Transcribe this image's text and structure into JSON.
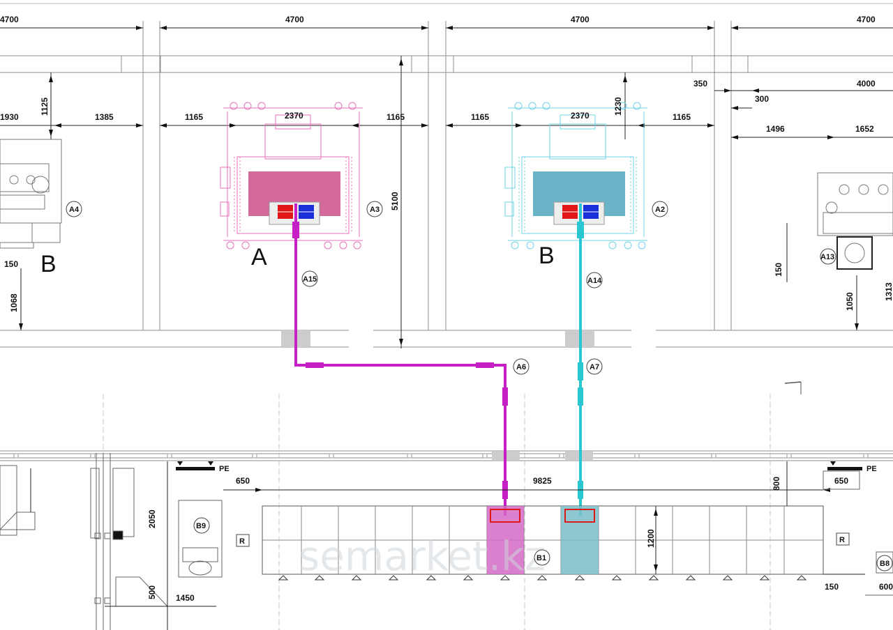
{
  "dimensions": {
    "top_left": "4700",
    "top_mid": "4700",
    "top_right": "4700",
    "d1930": "1930",
    "d1125": "1125",
    "d1385": "1385",
    "a_left_1165": "1165",
    "a_width_2370": "2370",
    "a_right_1165": "1165",
    "b_left_1165": "1165",
    "b_width_2370": "2370",
    "b_right_1165": "1165",
    "d1230": "1230",
    "d350": "350",
    "d300": "300",
    "d4000": "4000",
    "d1496": "1496",
    "d1652": "1652",
    "d5100": "5100",
    "d150_left": "150",
    "d1068": "1068",
    "d150_right": "150",
    "d1050": "1050",
    "d1313": "1313",
    "d650_left": "650",
    "d9825": "9825",
    "d800": "800",
    "d650_right": "650",
    "d2050": "2050",
    "d1200": "1200",
    "d500": "500",
    "d1450": "1450",
    "d150_bottom": "150",
    "d600": "600"
  },
  "labels": {
    "transformer_a": "A",
    "transformer_b": "B",
    "left_b": "B",
    "pe_left": "PE",
    "pe_right": "PE",
    "r_left": "R",
    "r_right": "R",
    "watermark": "semarket.kz"
  },
  "tags": {
    "a2": "A2",
    "a3": "A3",
    "a4": "A4",
    "a6": "A6",
    "a7": "A7",
    "a13": "A13",
    "a14": "A14",
    "a15": "A15",
    "b1": "B1",
    "b8": "B8",
    "b9": "B9"
  },
  "colors": {
    "magenta_line": "#c51fc5",
    "cyan_line": "#2ac6d2",
    "transformer_a_fill": "#d46a9c",
    "transformer_b_fill": "#6ab4c8",
    "panel_b1_a_fill": "#d36ac5",
    "panel_b1_b_fill": "#7bbdc9",
    "red_phase": "#e01818",
    "blue_phase": "#1a2fd8"
  }
}
